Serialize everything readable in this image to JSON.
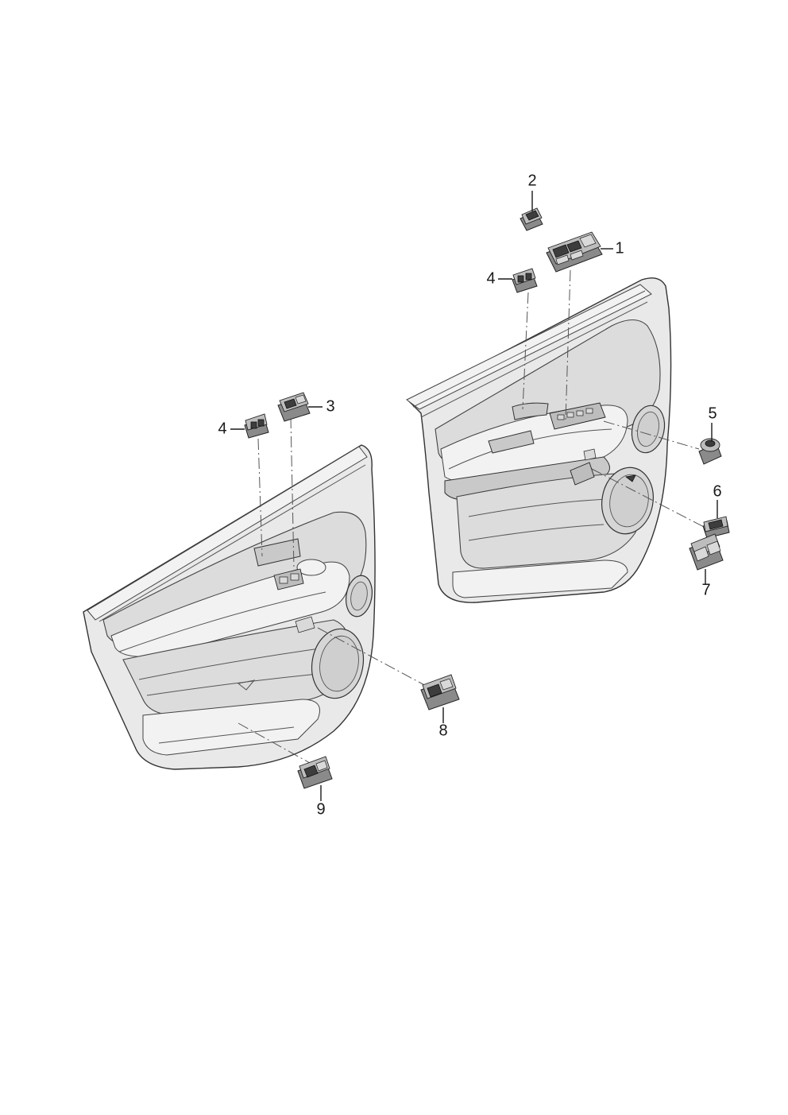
{
  "diagram": {
    "callouts": [
      {
        "id": "1",
        "label": "1"
      },
      {
        "id": "2",
        "label": "2"
      },
      {
        "id": "3",
        "label": "3"
      },
      {
        "id": "4a",
        "label": "4"
      },
      {
        "id": "4b",
        "label": "4"
      },
      {
        "id": "5",
        "label": "5"
      },
      {
        "id": "6",
        "label": "6"
      },
      {
        "id": "7",
        "label": "7"
      },
      {
        "id": "8",
        "label": "8"
      },
      {
        "id": "9",
        "label": "9"
      }
    ]
  }
}
